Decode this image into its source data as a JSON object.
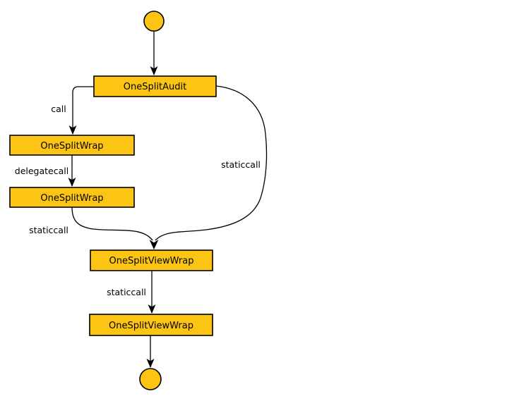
{
  "diagram": {
    "type": "flowchart-call-graph",
    "background_color": "#ffffff",
    "node_fill_color": "#fdc513",
    "node_stroke_color": "#000000",
    "edge_color": "#000000",
    "text_color": "#000000"
  },
  "nodes": [
    {
      "id": "start",
      "shape": "circle",
      "label": ""
    },
    {
      "id": "one-split-audit",
      "shape": "rect",
      "label": "OneSplitAudit"
    },
    {
      "id": "one-split-wrap-1",
      "shape": "rect",
      "label": "OneSplitWrap"
    },
    {
      "id": "one-split-wrap-2",
      "shape": "rect",
      "label": "OneSplitWrap"
    },
    {
      "id": "one-split-view-wrap-1",
      "shape": "rect",
      "label": "OneSplitViewWrap"
    },
    {
      "id": "one-split-view-wrap-2",
      "shape": "rect",
      "label": "OneSplitViewWrap"
    },
    {
      "id": "end",
      "shape": "circle",
      "label": ""
    }
  ],
  "edges": [
    {
      "from": "start",
      "to": "one-split-audit",
      "label": ""
    },
    {
      "from": "one-split-audit",
      "to": "one-split-wrap-1",
      "label": "call"
    },
    {
      "from": "one-split-wrap-1",
      "to": "one-split-wrap-2",
      "label": "delegatecall"
    },
    {
      "from": "one-split-wrap-2",
      "to": "one-split-view-wrap-1",
      "label": "staticcall"
    },
    {
      "from": "one-split-audit",
      "to": "one-split-view-wrap-1",
      "label": "staticcall"
    },
    {
      "from": "one-split-view-wrap-1",
      "to": "one-split-view-wrap-2",
      "label": "staticcall"
    },
    {
      "from": "one-split-view-wrap-2",
      "to": "end",
      "label": ""
    }
  ]
}
